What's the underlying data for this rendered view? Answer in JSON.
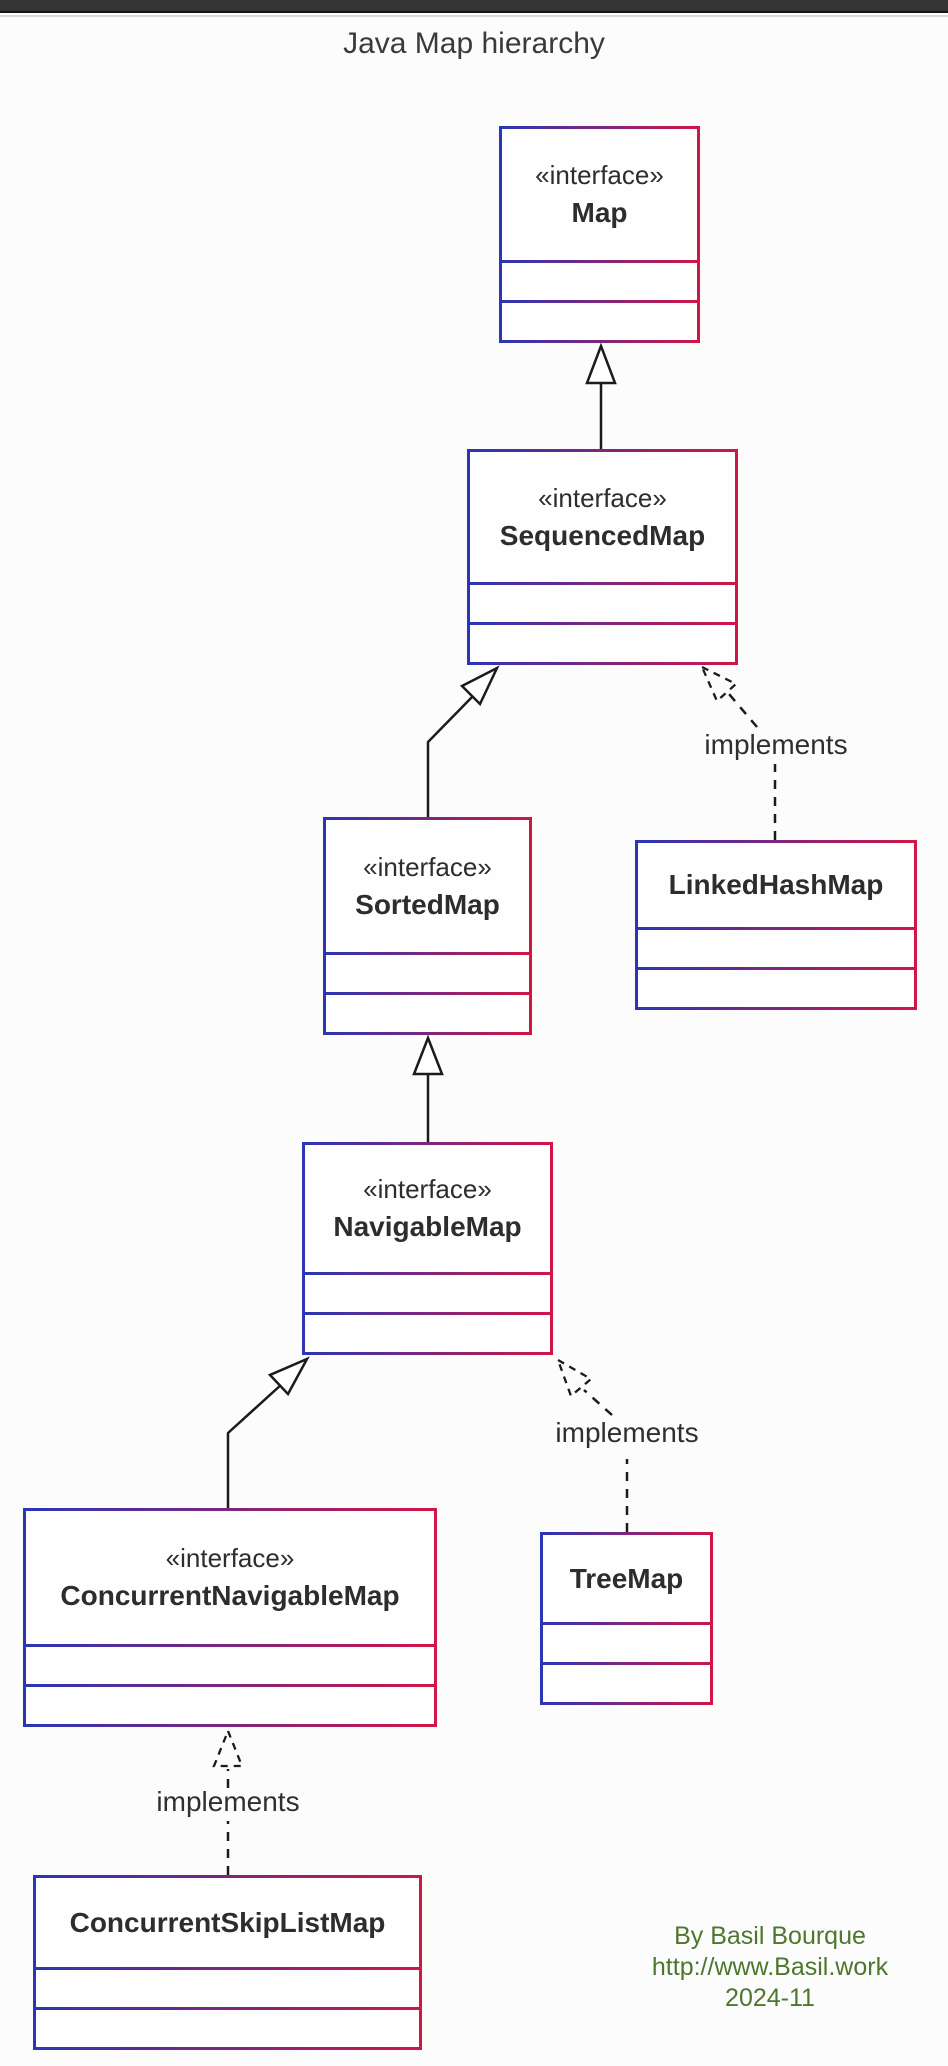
{
  "page": {
    "title": "Java Map hierarchy"
  },
  "diagram": {
    "classes": [
      {
        "stereotype": "«interface»",
        "name": "Map"
      },
      {
        "stereotype": "«interface»",
        "name": "SequencedMap"
      },
      {
        "name": "LinkedHashMap"
      },
      {
        "stereotype": "«interface»",
        "name": "SortedMap"
      },
      {
        "stereotype": "«interface»",
        "name": "NavigableMap"
      },
      {
        "name": "TreeMap"
      },
      {
        "stereotype": "«interface»",
        "name": "ConcurrentNavigableMap"
      },
      {
        "name": "ConcurrentSkipListMap"
      }
    ],
    "edge_labels": {
      "linkedhashmap_implements": "implements",
      "treemap_implements": "implements",
      "concurrentskiplistmap_implements": "implements"
    }
  },
  "credit": {
    "author": "By Basil Bourque",
    "url": "http://www.Basil.work",
    "date": "2024-11"
  },
  "colors": {
    "border_blue": "#2b35b5",
    "border_red": "#d01646",
    "line_black": "#1b1b1b",
    "credit_green": "#4d772c",
    "title_gray": "#3a3a3a"
  }
}
